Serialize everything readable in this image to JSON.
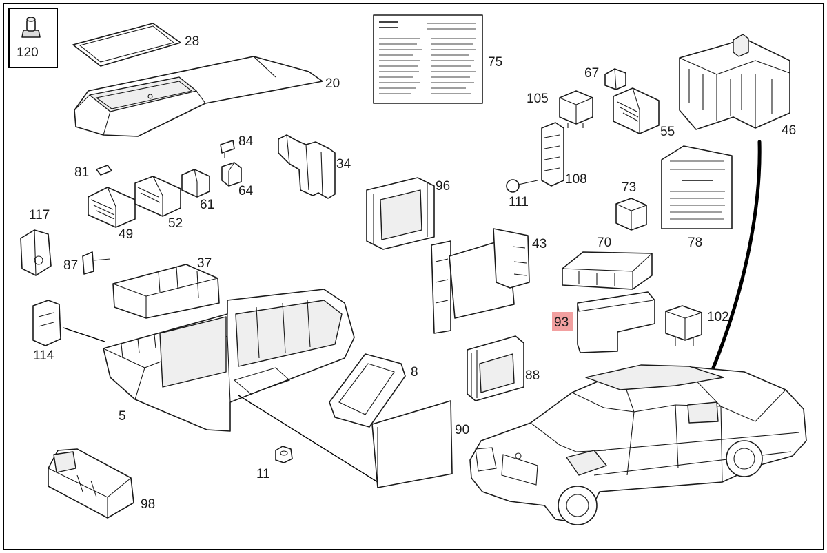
{
  "diagram": {
    "callouts": {
      "c120": "120",
      "c28": "28",
      "c20": "20",
      "c75": "75",
      "c67": "67",
      "c105": "105",
      "c55": "55",
      "c46": "46",
      "c84": "84",
      "c34": "34",
      "c81": "81",
      "c64": "64",
      "c61": "61",
      "c49": "49",
      "c52": "52",
      "c96": "96",
      "c111": "111",
      "c108": "108",
      "c73": "73",
      "c78": "78",
      "c117": "117",
      "c87": "87",
      "c37": "37",
      "c43": "43",
      "c70": "70",
      "c93": "93",
      "c102": "102",
      "c114": "114",
      "c8": "8",
      "c88": "88",
      "c5": "5",
      "c90": "90",
      "c11": "11",
      "c98": "98"
    },
    "highlight_color": "#f2a0a0"
  }
}
